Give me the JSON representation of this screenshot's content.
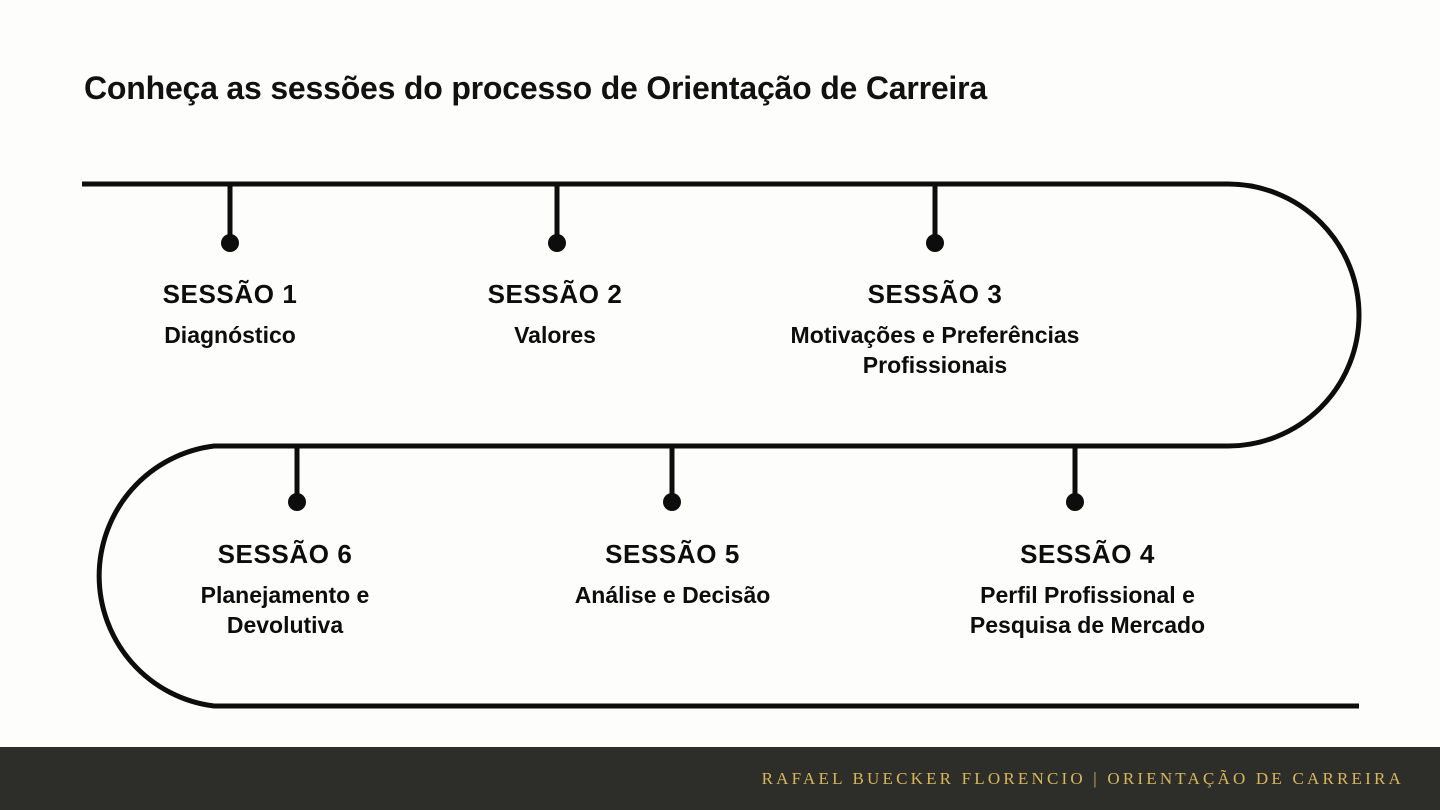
{
  "slide": {
    "title": "Conheça as sessões do processo de Orientação de Carreira",
    "background_color": "#fdfdfc",
    "line_color": "#0d0d0d"
  },
  "timeline": {
    "shape": "serpentine-stadium",
    "top_row": [
      {
        "id": "sessao-1",
        "title": "SESSÃO 1",
        "description_lines": [
          "Diagnóstico"
        ],
        "marker": "filled-circle"
      },
      {
        "id": "sessao-2",
        "title": "SESSÃO 2",
        "description_lines": [
          "Valores"
        ],
        "marker": "filled-circle"
      },
      {
        "id": "sessao-3",
        "title": "SESSÃO 3",
        "description_lines": [
          "Motivações e Preferências",
          "Profissionais"
        ],
        "marker": "filled-circle"
      }
    ],
    "bottom_row": [
      {
        "id": "sessao-6",
        "title": "SESSÃO 6",
        "description_lines": [
          "Planejamento e",
          "Devolutiva"
        ],
        "marker": "filled-circle"
      },
      {
        "id": "sessao-5",
        "title": "SESSÃO 5",
        "description_lines": [
          "Análise e Decisão"
        ],
        "marker": "filled-circle"
      },
      {
        "id": "sessao-4",
        "title": "SESSÃO 4",
        "description_lines": [
          "Perfil Profissional e",
          "Pesquisa de Mercado"
        ],
        "marker": "filled-circle"
      }
    ]
  },
  "footer": {
    "text": "RAFAEL BUECKER FLORENCIO | ORIENTAÇÃO DE CARREIRA",
    "background_color": "#2d2d2a",
    "text_color": "#d8b75b"
  }
}
